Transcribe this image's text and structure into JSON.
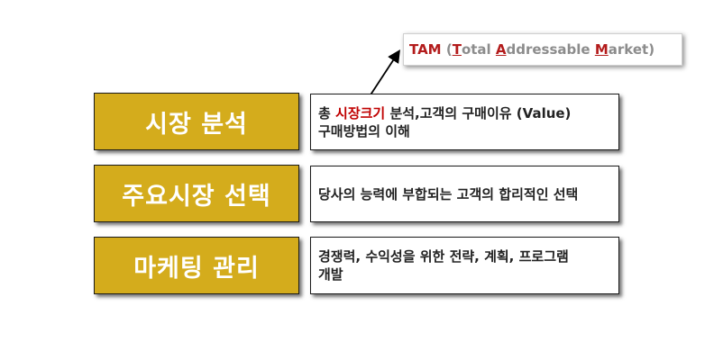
{
  "tam": {
    "abbr": "TAM",
    "open": "(",
    "letter_t": "T",
    "rest_t": "otal ",
    "letter_a": "A",
    "rest_a": "ddressable ",
    "letter_m": "M",
    "rest_m": "arket)"
  },
  "rows": [
    {
      "label": "시장 분석",
      "desc_pre": "총 ",
      "desc_highlight": "시장크기",
      "desc_post": " 분석,고객의 구매이유 (Value)",
      "desc_line2": "구매방법의 이해"
    },
    {
      "label": "주요시장 선택",
      "desc_line1": "당사의 능력에 부합되는 고객의 합리적인 선택"
    },
    {
      "label": "마케팅 관리",
      "desc_line1": "경쟁력, 수익성을 위한 전략, 계획, 프로그램",
      "desc_line2": "개발"
    }
  ],
  "colors": {
    "label_fill": "#d4ac1c",
    "highlight": "#c00000",
    "tam_accent": "#b31b1b"
  }
}
